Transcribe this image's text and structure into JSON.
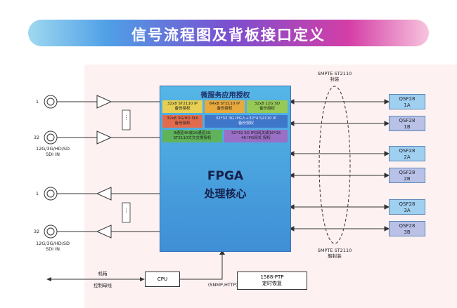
{
  "title": "信号流程图及背板接口定义",
  "fpga": {
    "header": "微服务应用授权",
    "core_line1": "FPGA",
    "core_line2": "处理核心",
    "licenses": [
      {
        "text": "32x8 ST2110 IP\n备份授权",
        "color": "#e6cf52"
      },
      {
        "text": "64x8 ST2110 IP\n备份授权",
        "color": "#e8a93d"
      },
      {
        "text": "32x8 12G SD\n备份授权",
        "color": "#96c955"
      },
      {
        "text": "32x8 3G/HD SDI\n备份授权",
        "color": "#e26b4d"
      },
      {
        "text": "32*32 3G IPG入+32*4 S2110 IP\n备份授权",
        "color": "#3e76c9"
      },
      {
        "text": "8通道4K或16通道3G\nST2110文文交换授权",
        "color": "#5fb35a"
      },
      {
        "text": "32*32 3G IPG网关或16*16\n4K IPG网关 授权",
        "color": "#9a6fc6"
      }
    ]
  },
  "inputs": {
    "top_label": "1",
    "bottom_label": "32",
    "desc_line1": "12G/3G/HD/SD",
    "desc_line2": "SDI IN"
  },
  "outputs": {
    "top_label": "1",
    "bottom_label": "32",
    "desc_line1": "12G/3G/HD/SD",
    "desc_line2": "SDI IN"
  },
  "dots": "⋮",
  "smpte_top": {
    "line1": "SMPTE ST2110",
    "line2": "封装"
  },
  "smpte_bottom": {
    "line1": "SMPTE ST2110",
    "line2": "解封装"
  },
  "qsf_ports": [
    {
      "line1": "QSF28",
      "line2": "1A"
    },
    {
      "line1": "QSF28",
      "line2": "1B"
    },
    {
      "line1": "QSF28",
      "line2": "2A"
    },
    {
      "line1": "QSF28",
      "line2": "2B"
    },
    {
      "line1": "QSF28",
      "line2": "3A"
    },
    {
      "line1": "QSF28",
      "line2": "3B"
    }
  ],
  "cpu": {
    "label": "CPU",
    "protocol": "(SNMP,HTTP)"
  },
  "chassis": {
    "line1": "机箱",
    "line2": "控制母线"
  },
  "ptp": {
    "line1": "1588-PTP",
    "line2": "定时恢复"
  },
  "colors": {
    "fpga": "#4aa3e0",
    "qsf_a": "#9fd0ef",
    "qsf_b": "#b9c2e6",
    "panel": "#fdf1f2"
  }
}
